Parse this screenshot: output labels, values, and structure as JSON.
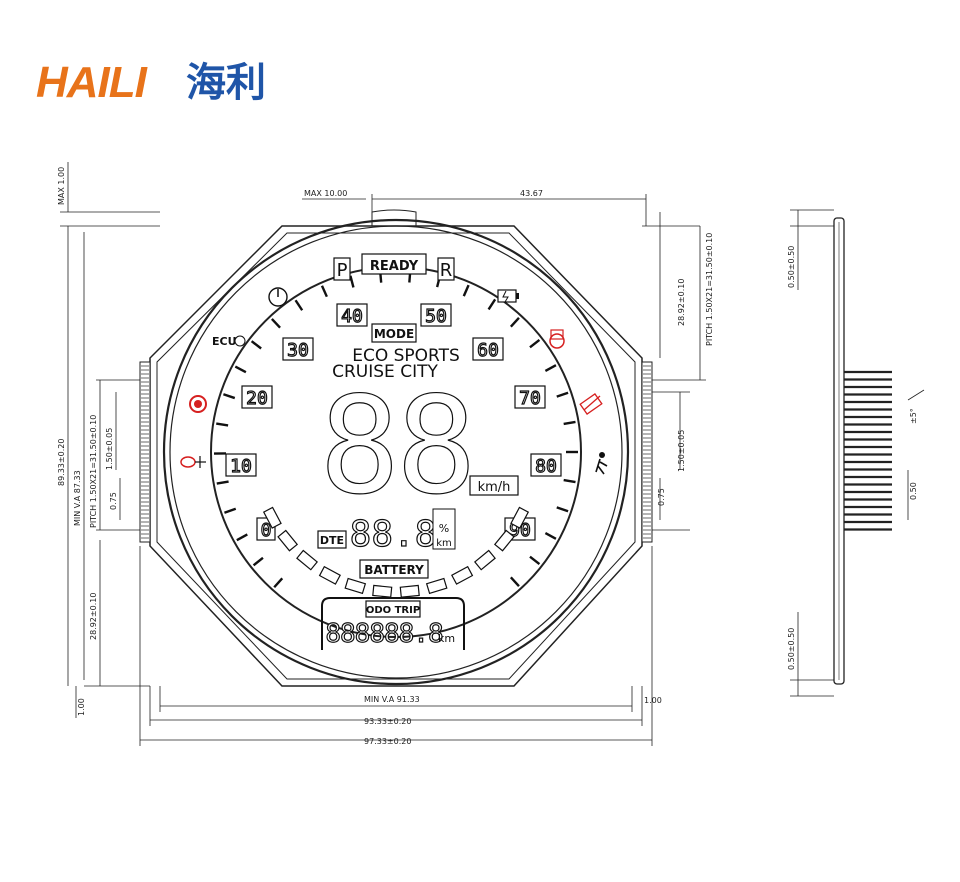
{
  "brand": {
    "latin": "HAILI",
    "cjk": "海利",
    "latin_color": "#e8731a",
    "cjk_color": "#1f55a8"
  },
  "dimensions": {
    "max_top": "MAX 1.00",
    "max_10": "MAX 10.00",
    "d43_67": "43.67",
    "d28_92_top": "28.92±0.10",
    "pitch_right": "PITCH 1.50X21=31.50±0.10",
    "d89_33": "89.33±0.20",
    "min_va_8733": "MIN V.A 87.33",
    "pitch_left": "PITCH 1.50X21=31.50±0.10",
    "d150_left": "1.50±0.05",
    "d075_left": "0.75",
    "d28_92_left": "28.92±0.10",
    "d100_left": "1.00",
    "d150_right": "1.50±0.05",
    "d075_right": "0.75",
    "min_va_9133": "MIN V.A 91.33",
    "d100_right": "1.00",
    "d93_33": "93.33±0.20",
    "d97_33": "97.33±0.20",
    "side_050_top": "0.50±0.50",
    "side_050_bot": "0.50±0.50",
    "side_5deg": "±5°",
    "side_050": "0.50"
  },
  "display": {
    "ready": "READY",
    "gear_p": "P",
    "gear_r": "R",
    "mode": "MODE",
    "eco_sports": "ECO SPORTS",
    "cruise_city": "CRUISE CITY",
    "ecu": "ECU",
    "speed_digits": "88",
    "speed_unit": "km/h",
    "dte": "DTE",
    "dte_digits": "88.8",
    "dte_unit_pct": "%",
    "dte_unit_km": "km",
    "battery": "BATTERY",
    "odo_trip": "ODO TRIP",
    "odo_digits": "888888.8",
    "odo_unit": "km",
    "scale": [
      "0",
      "10",
      "20",
      "30",
      "40",
      "50",
      "60",
      "70",
      "80",
      "90"
    ],
    "warning_color": "#d62020"
  }
}
